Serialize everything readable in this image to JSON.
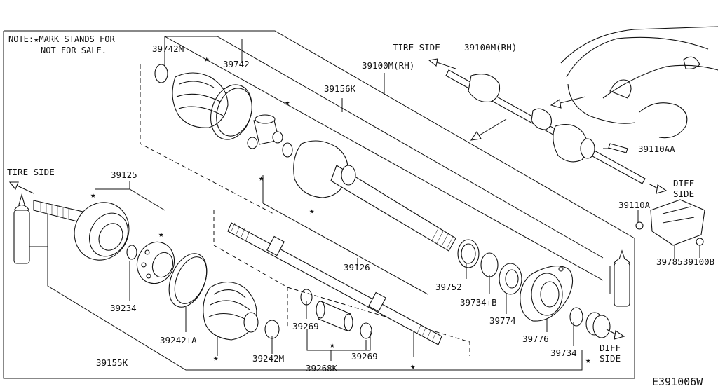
{
  "note": {
    "line1": "NOTE:★MARK STANDS FOR",
    "line2": "NOT FOR SALE."
  },
  "drawing_code": "E391006W",
  "direction_labels": {
    "tire_side_left": "TIRE SIDE",
    "tire_side_top": "TIRE SIDE",
    "diff_side_right": [
      "DIFF",
      "SIDE"
    ],
    "diff_side_bottom": [
      "DIFF",
      "SIDE"
    ]
  },
  "star_glyph": "★",
  "part_labels": {
    "p39742M_top": "39742M",
    "p39742": "39742",
    "p39100M_RH_mid": "39100M(RH)",
    "p39156K": "39156K",
    "p39100M_RH_top": "39100M(RH)",
    "p39110AA": "39110AA",
    "p39125": "39125",
    "p39110A": "39110A",
    "p39100B": "39100B",
    "p39785": "39785",
    "p39126": "39126",
    "p39752": "39752",
    "p39734B": "39734+B",
    "p39774": "39774",
    "p39776": "39776",
    "p39734": "39734",
    "p39234": "39234",
    "p39242A": "39242+A",
    "p39269_left": "39269",
    "p39269_right": "39269",
    "p39155K": "39155K",
    "p39242M_bottom": "39242M",
    "p39268K": "39268K"
  },
  "colors": {
    "line": "#111111",
    "background": "#ffffff"
  }
}
